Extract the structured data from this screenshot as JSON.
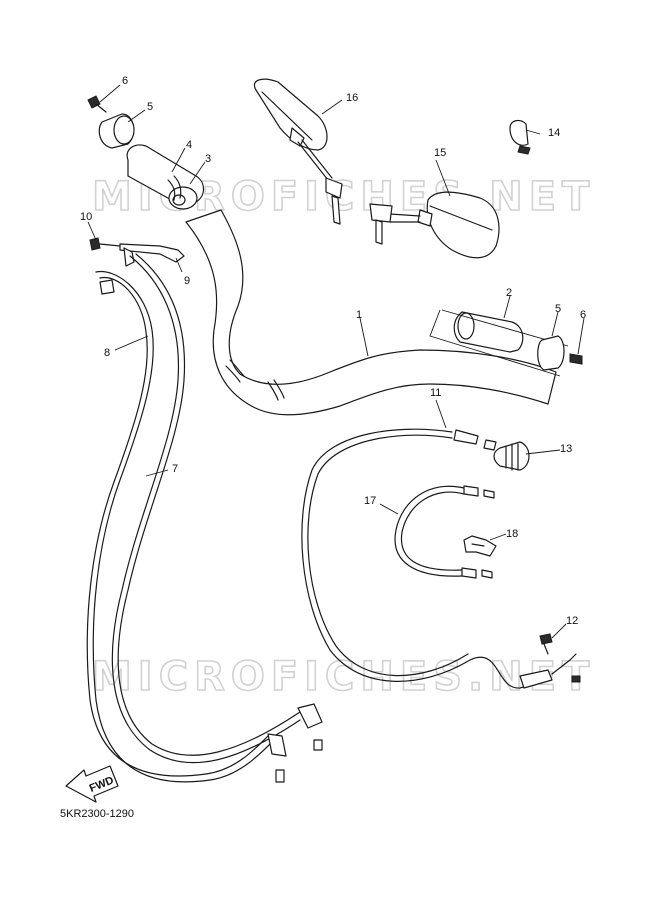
{
  "watermark": "MICROFICHES.NET",
  "diagram_code": "5KR2300-1290",
  "fwd_label": "FWD",
  "callouts": {
    "c1": "1",
    "c2": "2",
    "c3": "3",
    "c4": "4",
    "c5a": "5",
    "c5b": "5",
    "c6a": "6",
    "c6b": "6",
    "c7": "7",
    "c8": "8",
    "c9": "9",
    "c10": "10",
    "c11": "11",
    "c12": "12",
    "c13": "13",
    "c14": "14",
    "c15": "15",
    "c16": "16",
    "c17": "17",
    "c18": "18"
  }
}
